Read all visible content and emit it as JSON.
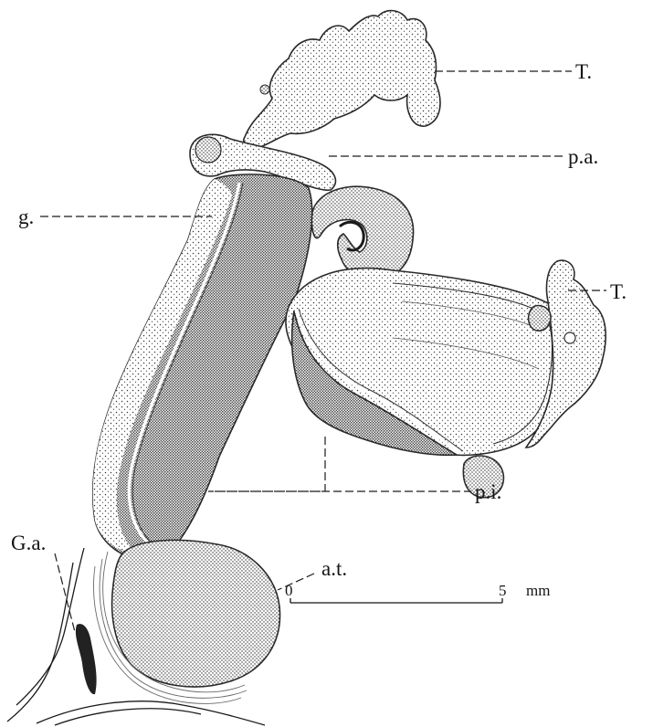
{
  "figure": {
    "labels": {
      "tentacle_upper": "T.",
      "tentacle_right": "T.",
      "pars_a": "p.a.",
      "g": "g.",
      "pars_i": "p.i.",
      "ganglion": "G.a.",
      "at": "a.t."
    },
    "scale_bar": {
      "start_label": "0",
      "end_label": "5",
      "unit": "mm"
    },
    "colors": {
      "ink": "#151515",
      "paper": "#ffffff",
      "stipple_light": "#d9d9d9",
      "stipple_dark": "#8f8f8f"
    }
  }
}
